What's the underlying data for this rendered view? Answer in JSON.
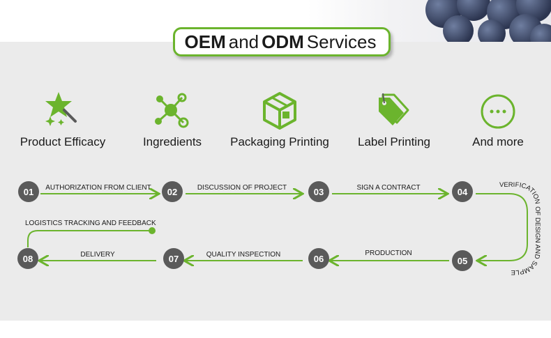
{
  "header": {
    "title_part1": "OEM",
    "title_part2": "and",
    "title_part3": "ODM",
    "title_part4": "Services"
  },
  "services": [
    {
      "label": "Product Efficacy",
      "icon": "magic-wand-star-icon"
    },
    {
      "label": "Ingredients",
      "icon": "molecule-icon"
    },
    {
      "label": "Packaging Printing",
      "icon": "box-icon"
    },
    {
      "label": "Label Printing",
      "icon": "tag-icon"
    },
    {
      "label": "And more",
      "icon": "more-dots-icon"
    }
  ],
  "steps": [
    {
      "num": "01",
      "label": "AUTHORIZATION FROM CLIENT"
    },
    {
      "num": "02",
      "label": "DISCUSSION OF PROJECT"
    },
    {
      "num": "03",
      "label": "SIGN A CONTRACT"
    },
    {
      "num": "04",
      "label": "VERIFICATION OF DESIGN AND SAMPLE"
    },
    {
      "num": "05",
      "label": "PRODUCTION"
    },
    {
      "num": "06",
      "label": "QUALITY INSPECTION"
    },
    {
      "num": "07",
      "label": "DELIVERY"
    },
    {
      "num": "08",
      "label": "LOGISTICS TRACKING AND FEEDBACK"
    }
  ],
  "colors": {
    "accent": "#6bb42d",
    "node": "#5a5a5a",
    "panel": "#ebebeb"
  }
}
